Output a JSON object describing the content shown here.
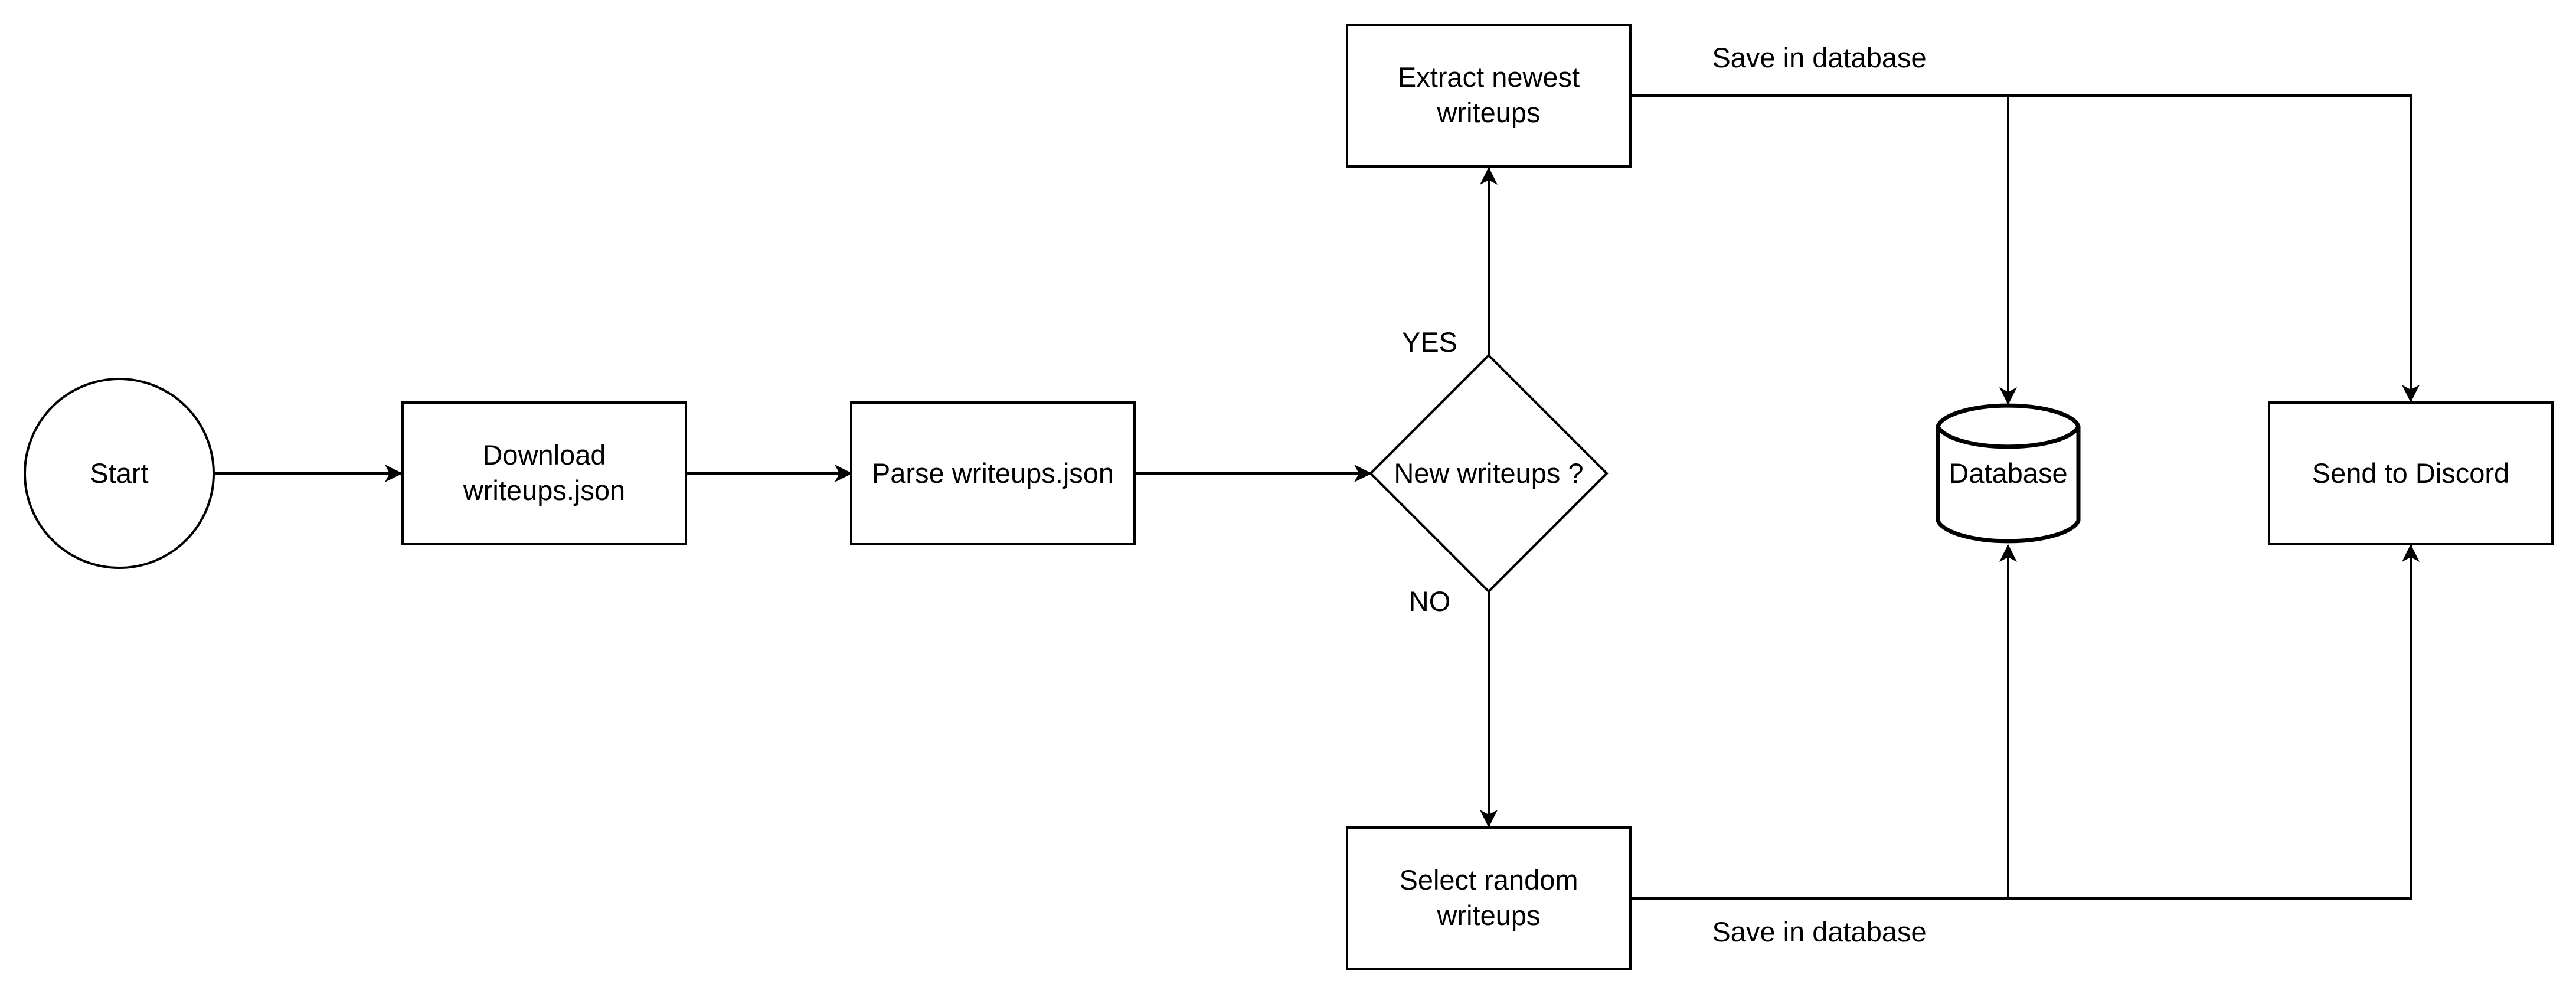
{
  "diagram": {
    "nodes": {
      "start": {
        "lines": [
          "Start"
        ]
      },
      "download": {
        "lines": [
          "Download",
          "writeups.json"
        ]
      },
      "parse": {
        "lines": [
          "Parse writeups.json"
        ]
      },
      "decision": {
        "lines": [
          "New writeups ?"
        ]
      },
      "extract": {
        "lines": [
          "Extract newest",
          "writeups"
        ]
      },
      "select": {
        "lines": [
          "Select random",
          "writeups"
        ]
      },
      "database": {
        "lines": [
          "Database"
        ]
      },
      "discord": {
        "lines": [
          "Send to Discord"
        ]
      }
    },
    "edge_labels": {
      "yes": "YES",
      "no": "NO",
      "save_top": "Save in database",
      "save_bottom": "Save in database"
    },
    "colors": {
      "stroke": "#000000",
      "fill": "#ffffff",
      "text": "#000000"
    }
  }
}
